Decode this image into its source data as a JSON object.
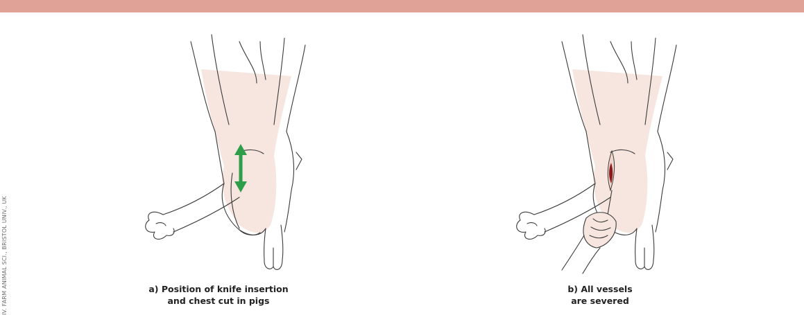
{
  "header": {
    "bar_color": "#e0a197"
  },
  "side_credit": {
    "text": "IV. FARM ANIMAL SCI., BRISTOL UNIV., UK"
  },
  "figures": [
    {
      "caption_line1": "a) Position of knife insertion",
      "caption_line2": "and chest cut in pigs",
      "marker": "double-arrow",
      "marker_color": "#2e9e4a"
    },
    {
      "caption_line1": "b) All vessels",
      "caption_line2": "are severed",
      "marker": "wound",
      "marker_color": "#8b1a1a"
    }
  ]
}
